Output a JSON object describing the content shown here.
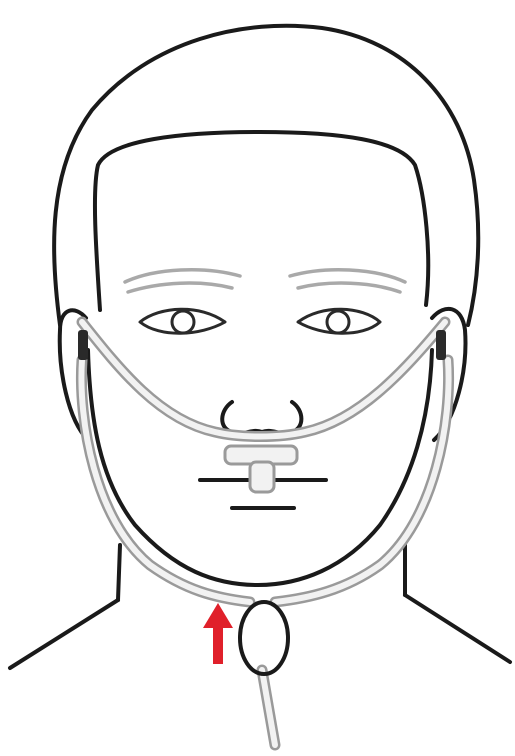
{
  "figure": {
    "subject": "",
    "colors": {
      "outline": "#1a1a1a",
      "tubing": "#9a9a9a",
      "tubing_fill": "#f2f2f2",
      "eyebrow": "#a9a9a9",
      "arrow": "#e0202a",
      "background": "#ffffff"
    },
    "icons": [
      "head-outline",
      "nasal-cannula-tubing",
      "slide-adjuster-ring",
      "upward-arrow"
    ]
  }
}
